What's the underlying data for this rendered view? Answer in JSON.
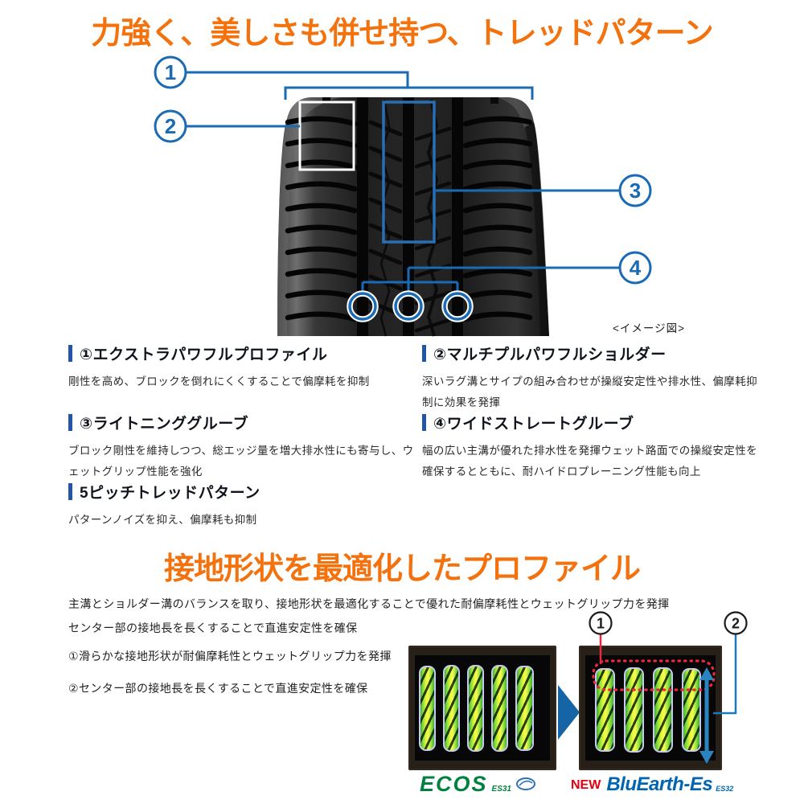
{
  "colors": {
    "heading_orange": "#f3720e",
    "callout_blue": "#1a6ab4",
    "feature_bar_blue": "#2255a8",
    "red_accent": "#e8283c",
    "profile_arrow_blue": "#2a84c0",
    "ecos_green": "#00813f",
    "bluearth_blue": "#0066b3",
    "new_red": "#e60012"
  },
  "tread_section": {
    "heading": "力強く、美しさも併せ持つ、トレッドパターン",
    "figure_caption": "<イメージ図>",
    "callouts": {
      "c1": "1",
      "c2": "2",
      "c3": "3",
      "c4": "4"
    },
    "features": [
      {
        "title": "①エクストラパワフルプロファイル",
        "desc": "剛性を高め、ブロックを倒れにくくすることで偏摩耗を抑制"
      },
      {
        "title": "②マルチプルパワフルショルダー",
        "desc": "深いラグ溝とサイプの組み合わせが操縦安定性や排水性、偏摩耗抑制に効果を発揮"
      },
      {
        "title": "③ライトニンググルーブ",
        "desc": "ブロック剛性を維持しつつ、総エッジ量を増大排水性にも寄与し、ウェットグリップ性能を強化"
      },
      {
        "title": "④ワイドストレートグルーブ",
        "desc": "幅の広い主溝が優れた排水性を発揮ウェット路面での操縦安定性を確保するとともに、耐ハイドロプレーニング性能も向上"
      },
      {
        "title": "5ピッチトレッドパターン",
        "desc": "パターンノイズを抑え、偏摩耗も抑制"
      }
    ]
  },
  "profile_section": {
    "heading": "接地形状を最適化したプロファイル",
    "intro_line1": "主溝とショルダー溝のバランスを取り、接地形状を最適化することで優れた耐偏摩耗性とウェットグリップ力を発揮",
    "intro_line2": "センター部の接地長を長くすることで直進安定性を確保",
    "point1": "①滑らかな接地形状が耐偏摩耗性とウェットグリップ力を発揮",
    "point2": "②センター部の接地長を長くすることで直進安定性を確保",
    "comparison": {
      "callout1": "1",
      "callout2": "2",
      "before": {
        "brand": "ECOS",
        "model": "ES31"
      },
      "after": {
        "tag": "NEW",
        "brand": "BluEarth-Es",
        "model": "ES32"
      }
    }
  }
}
